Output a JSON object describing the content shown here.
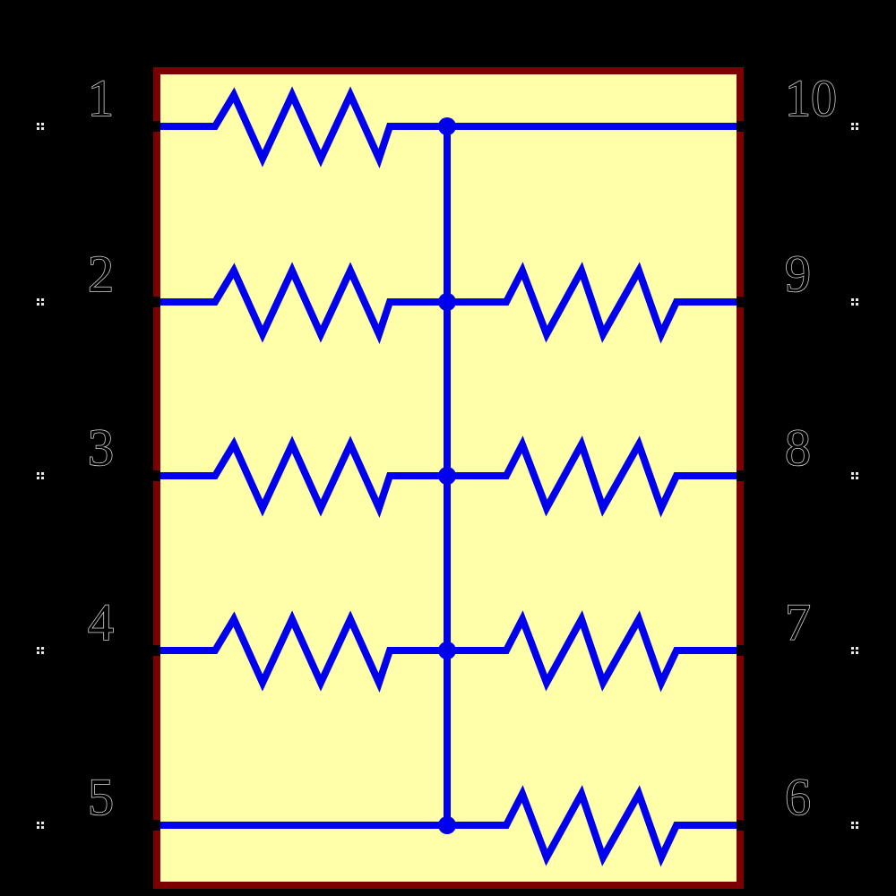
{
  "diagram": {
    "kind": "schematic",
    "component": "bussed resistor network, 10-pin package",
    "colors": {
      "background": "#000000",
      "body_fill": "#FFFFAA",
      "body_border": "#7D0000",
      "wire": "#0000EE",
      "pin_label_fill": "#000000",
      "pin_label_outline": "#D8D8D8",
      "pin_marker": "#E8E8E8"
    },
    "pins": {
      "left": [
        {
          "number": "1"
        },
        {
          "number": "2"
        },
        {
          "number": "3"
        },
        {
          "number": "4"
        },
        {
          "number": "5"
        }
      ],
      "right": [
        {
          "number": "10"
        },
        {
          "number": "9"
        },
        {
          "number": "8"
        },
        {
          "number": "7"
        },
        {
          "number": "6"
        }
      ]
    },
    "resistors": [
      {
        "from": "pin 1",
        "to": "common bus",
        "side": "left",
        "row": 1
      },
      {
        "from": "pin 2",
        "to": "common bus",
        "side": "left",
        "row": 2
      },
      {
        "from": "pin 3",
        "to": "common bus",
        "side": "left",
        "row": 3
      },
      {
        "from": "pin 4",
        "to": "common bus",
        "side": "left",
        "row": 4
      },
      {
        "from": "common bus",
        "to": "pin 9",
        "side": "right",
        "row": 2
      },
      {
        "from": "common bus",
        "to": "pin 8",
        "side": "right",
        "row": 3
      },
      {
        "from": "common bus",
        "to": "pin 7",
        "side": "right",
        "row": 4
      },
      {
        "from": "common bus",
        "to": "pin 6",
        "side": "right",
        "row": 5
      }
    ],
    "direct_wires": [
      {
        "from": "common bus",
        "to": "pin 10",
        "row": 1
      },
      {
        "from": "pin 5",
        "to": "common bus",
        "row": 5
      }
    ],
    "bus": "single vertical common bus with junction dots at each of the 5 rows"
  }
}
